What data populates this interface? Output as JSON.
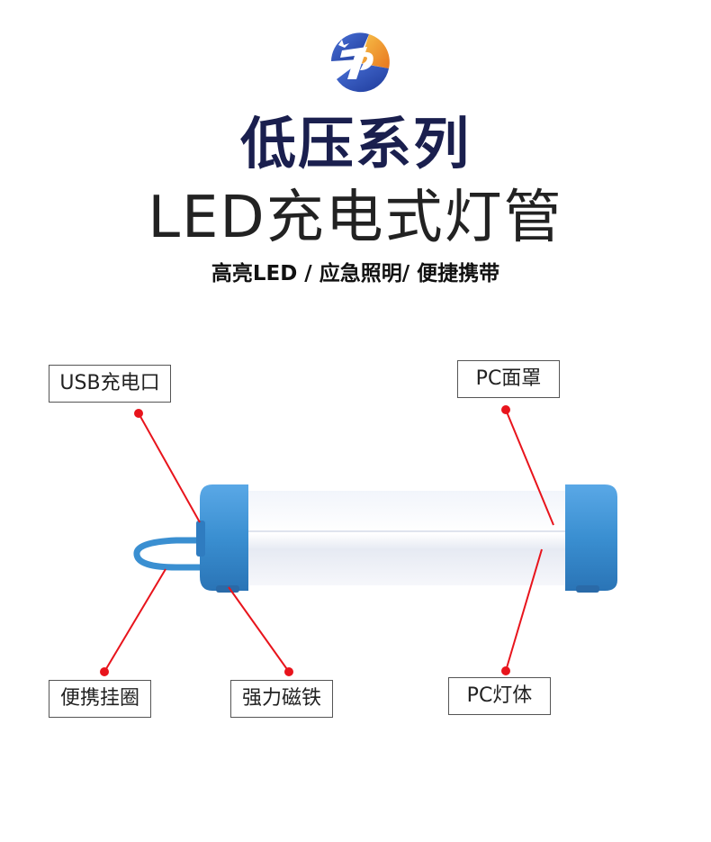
{
  "header": {
    "title": "低压系列",
    "subtitle": "LED充电式灯管",
    "tagline": "高亮LED / 应急照明/ 便捷携带"
  },
  "labels": {
    "usb_port": "USB充电口",
    "pc_cover": "PC面罩",
    "hanging_loop": "便携挂圈",
    "magnet": "强力磁铁",
    "pc_body": "PC灯体"
  },
  "colors": {
    "title": "#1a1f4e",
    "end_cap": "#3a8fd1",
    "callout_line": "#e8141c",
    "logo_blue": "#2a4fb0",
    "logo_orange": "#f2a02a"
  }
}
